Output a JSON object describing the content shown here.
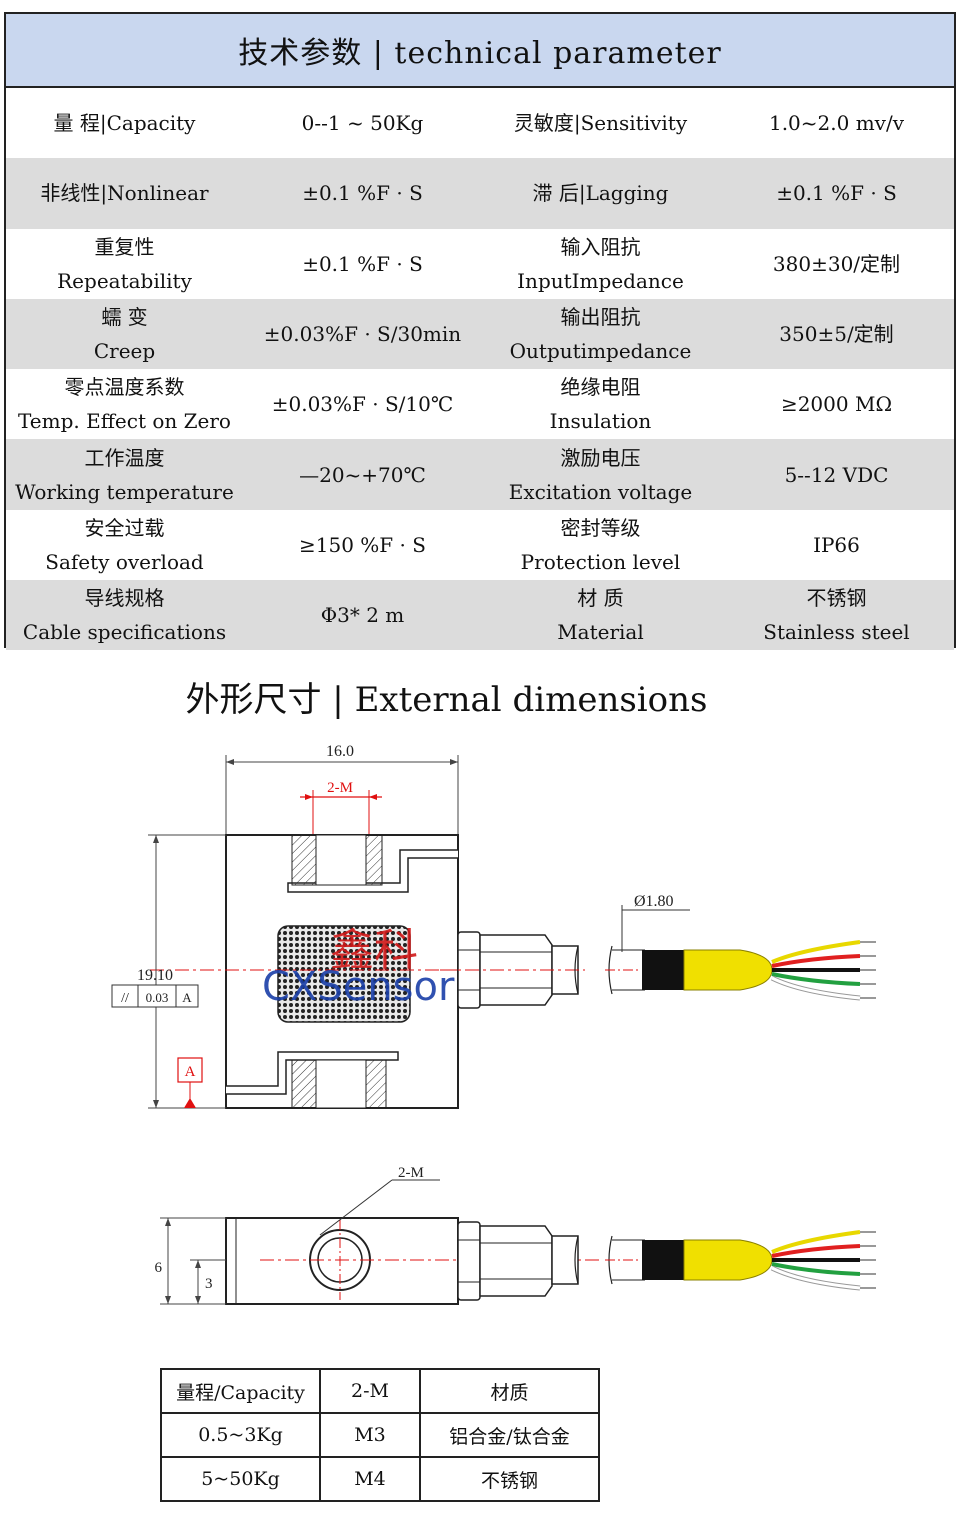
{
  "tech_table": {
    "title": "技术参数 | technical parameter",
    "rows": [
      {
        "c1": [
          "量  程|Capacity"
        ],
        "c2": [
          "0--1 ~ 50Kg"
        ],
        "c3": [
          "灵敏度|Sensitivity"
        ],
        "c4": [
          "1.0~2.0 mv/v"
        ]
      },
      {
        "c1": [
          "非线性|Nonlinear"
        ],
        "c2": [
          "±0.1 %F · S"
        ],
        "c3": [
          "滞  后|Lagging"
        ],
        "c4": [
          "±0.1 %F · S"
        ]
      },
      {
        "c1": [
          "重复性",
          "Repeatability"
        ],
        "c2": [
          "±0.1 %F · S"
        ],
        "c3": [
          "输入阻抗",
          "InputImpedance"
        ],
        "c4": [
          "380±30/定制"
        ]
      },
      {
        "c1": [
          "蠕  变",
          "Creep"
        ],
        "c2": [
          "±0.03%F · S/30min"
        ],
        "c3": [
          "输出阻抗",
          "Outputimpedance"
        ],
        "c4": [
          "350±5/定制"
        ]
      },
      {
        "c1": [
          "零点温度系数",
          "Temp. Effect on Zero"
        ],
        "c2": [
          "±0.03%F · S/10℃"
        ],
        "c3": [
          "绝缘电阻",
          "Insulation"
        ],
        "c4": [
          "≥2000 MΩ"
        ]
      },
      {
        "c1": [
          "工作温度",
          "Working temperature"
        ],
        "c2": [
          "—20~+70℃"
        ],
        "c3": [
          "激励电压",
          "Excitation voltage"
        ],
        "c4": [
          "5--12 VDC"
        ]
      },
      {
        "c1": [
          "安全过载",
          "Safety overload"
        ],
        "c2": [
          "≥150 %F · S"
        ],
        "c3": [
          "密封等级",
          "Protection level"
        ],
        "c4": [
          "IP66"
        ]
      },
      {
        "c1": [
          "导线规格",
          "Cable specifications"
        ],
        "c2": [
          "Φ3* 2 m"
        ],
        "c3": [
          "材  质",
          "Material"
        ],
        "c4": [
          "不锈钢",
          "Stainless steel"
        ]
      }
    ]
  },
  "dimensions_title": "外形尺寸 | External dimensions",
  "drawing": {
    "width_label": "16.0",
    "thread_label": "2-M",
    "height_label": "19.10",
    "parallelism_symbol": "//",
    "parallelism_value": "0.03",
    "datum": "A",
    "cable_dia_label": "Ø1.80",
    "logo_cn": "鑫科",
    "logo_en": "CXSensor",
    "side_thread_label": "2-M",
    "side_height_label": "6",
    "side_half_label": "3",
    "colors": {
      "cable_sleeve": "#f0e000",
      "wire_yellow": "#e8d800",
      "wire_red": "#e02020",
      "wire_black": "#111111",
      "wire_green": "#22a040",
      "wire_white": "#ffffff",
      "logo_red": "#d01818",
      "logo_blue": "#1a3fa8",
      "dim_red": "#e01010"
    }
  },
  "bottom_table": {
    "header": [
      "量程/Capacity",
      "2-M",
      "材质"
    ],
    "rows": [
      [
        "0.5~3Kg",
        "M3",
        "铝合金/钛合金"
      ],
      [
        "5~50Kg",
        "M4",
        "不锈钢"
      ]
    ]
  }
}
